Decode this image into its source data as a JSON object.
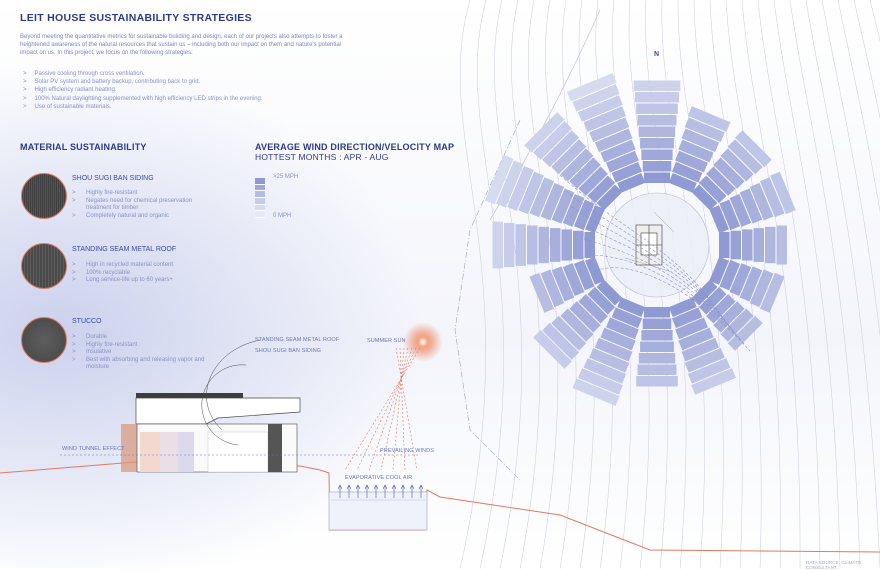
{
  "header": {
    "title": "LEIT HOUSE SUSTAINABILITY STRATEGIES",
    "intro": "Beyond meeting the quantitative metrics for sustainable building and design, each of our projects also attempts to foster a heightened awareness of the natural resources that sustain us – including both our impact on them and nature's potential impact on us. In this project, we focus on the following strategies:",
    "bullets": [
      "Passive cooling through cross ventilation.",
      "Solar PV system and battery backup, contributing back to grid.",
      "High efficiency radiant heating.",
      "100% Natural daylighting supplemented with high efficiency LED strips in the evening.",
      "Use of sustainable materials."
    ]
  },
  "materials": {
    "heading": "MATERIAL SUSTAINABILITY",
    "items": [
      {
        "title": "SHOU SUGI BAN SIDING",
        "points": [
          "Highly fire-resistant",
          "Negates need for chemical preservation treatment for timber",
          "Completely natural and organic"
        ]
      },
      {
        "title": "STANDING SEAM METAL ROOF",
        "points": [
          "High in recycled material content",
          "100% recyclable",
          "Long service-life up to 60 years+"
        ]
      },
      {
        "title": "STUCCO",
        "points": [
          "Durable",
          "Highly fire-resistant",
          "Insulative",
          "Best with absorbing and releasing vapor and moisture"
        ]
      }
    ]
  },
  "wind_map": {
    "heading": "AVERAGE WIND DIRECTION/VELOCITY MAP",
    "subheading": "HOTTEST MONTHS : APR - AUG",
    "legend_max": ">25 MPH",
    "legend_min": "0 MPH",
    "north": "N",
    "colors": {
      "max": "#8f9ad2",
      "min": "#e6e9f6"
    }
  },
  "section": {
    "labels": {
      "roof": "STANDING SEAM METAL ROOF",
      "siding": "SHOU SUGI BAN SIDING",
      "sun": "SUMMER SUN",
      "tunnel": "WIND TUNNEL EFFECT",
      "winds": "PREVAILING WINDS",
      "cool_air": "EVAPORATIVE COOL AIR"
    },
    "colors": {
      "accent": "#e07a5f",
      "ink": "#2d3a8c"
    }
  },
  "footer": {
    "credit": "DATA SOURCE: CLIMATE CONSULTANT"
  }
}
